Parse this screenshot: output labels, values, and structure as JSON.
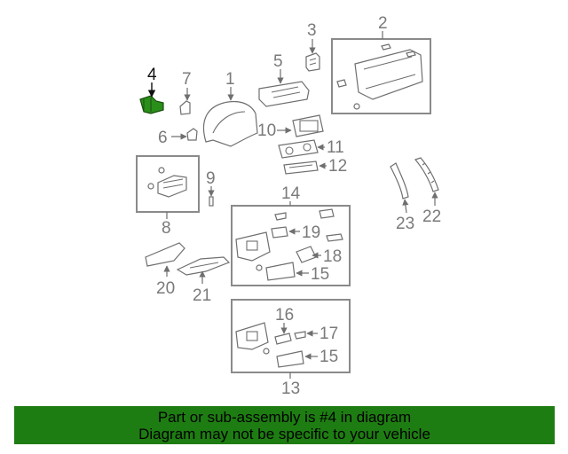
{
  "callouts": {
    "c1": "1",
    "c2": "2",
    "c3": "3",
    "c4": "4",
    "c5": "5",
    "c6": "6",
    "c7": "7",
    "c8": "8",
    "c9": "9",
    "c10": "10",
    "c11": "11",
    "c12": "12",
    "c13": "13",
    "c14": "14",
    "c15a": "15",
    "c15b": "15",
    "c16": "16",
    "c17": "17",
    "c18": "18",
    "c19": "19",
    "c20": "20",
    "c21": "21",
    "c22": "22",
    "c23": "23"
  },
  "colors": {
    "highlight": "#2a8f1a",
    "banner": "#1e7d12"
  },
  "footer": {
    "line1": "Part or sub-assembly is #4 in diagram",
    "line2": "Diagram may not be specific to your vehicle"
  }
}
